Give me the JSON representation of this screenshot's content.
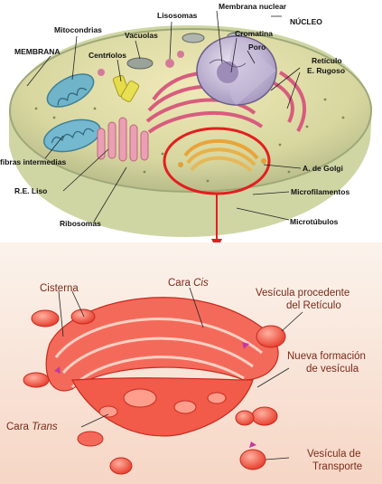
{
  "cell_labels": {
    "membrana_nuclear": "Membrana nuclear",
    "nucleo": "NÚCLEO",
    "lisosomas": "Lisosomas",
    "mitocondrias": "Mitocondrias",
    "vacuolas": "Vacuolas",
    "cromatina": "Cromatina",
    "membrana": "MEMBRANA",
    "centriolos": "Centríolos",
    "poro": "Poro",
    "reticulo": "Retículo",
    "e_rugoso": "E. Rugoso",
    "fibras": "fibras intermedias",
    "golgi": "A. de Golgi",
    "re_liso": "R.E. Liso",
    "microfilamentos": "Microfilamentos",
    "ribosomas": "Ribosomas",
    "microtubulos": "Microtúbulos"
  },
  "golgi_labels": {
    "cisterna": "Cisterna",
    "cara_cis_prefix": "Cara ",
    "cara_cis_italic": "Cis",
    "vesicula_reticulo_1": "Vesícula procedente",
    "vesicula_reticulo_2": "del Retículo",
    "nueva_formacion_1": "Nueva formación",
    "nueva_formacion_2": "de vesícula",
    "cara_trans_prefix": "Cara ",
    "cara_trans_italic": "Trans",
    "vesicula_transporte_1": "Vesícula de",
    "vesicula_transporte_2": "Transporte"
  },
  "colors": {
    "highlight_circle": "#e41e1e",
    "golgi_bg": "#fde8df",
    "golgi_red": "#ef3a2e",
    "label_brown": "#7a2a1a"
  }
}
